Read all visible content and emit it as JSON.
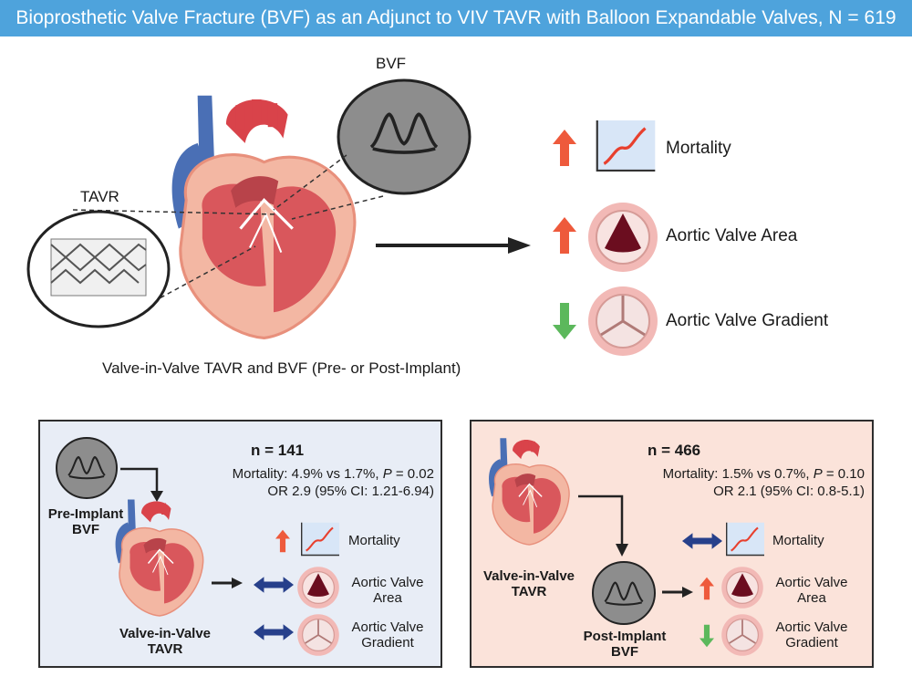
{
  "header": {
    "title": "Bioprosthetic Valve Fracture (BVF) as an Adjunct to VIV TAVR with Balloon Expandable Valves, N = 619"
  },
  "top": {
    "bvf_label": "BVF",
    "tavr_label": "TAVR",
    "caption": "Valve-in-Valve TAVR and BVF (Pre- or Post-Implant)",
    "outcomes": [
      {
        "label": "Mortality",
        "direction": "up"
      },
      {
        "label": "Aortic Valve Area",
        "direction": "up"
      },
      {
        "label": "Aortic Valve Gradient",
        "direction": "down"
      }
    ]
  },
  "pre_panel": {
    "n": "n = 141",
    "stats_line1_prefix": "Mortality: 4.9% vs 1.7%, ",
    "stats_p": "P",
    "stats_line1_suffix": " = 0.02",
    "stats_line2": "OR 2.9 (95% CI: 1.21-6.94)",
    "bvf_caption": "Pre-Implant BVF",
    "viv_caption": "Valve-in-Valve TAVR",
    "outcomes": [
      {
        "label": "Mortality",
        "direction": "up"
      },
      {
        "label": "Aortic Valve Area",
        "direction": "neutral"
      },
      {
        "label": "Aortic Valve Gradient",
        "direction": "neutral"
      }
    ]
  },
  "post_panel": {
    "n": "n = 466",
    "stats_line1_prefix": "Mortality: 1.5% vs 0.7%, ",
    "stats_p": "P",
    "stats_line1_suffix": " = 0.10",
    "stats_line2": "OR 2.1 (95% CI: 0.8-5.1)",
    "viv_caption": "Valve-in-Valve TAVR",
    "bvf_caption": "Post-Implant BVF",
    "outcomes": [
      {
        "label": "Mortality",
        "direction": "neutral"
      },
      {
        "label": "Aortic Valve Area",
        "direction": "up"
      },
      {
        "label": "Aortic Valve Gradient",
        "direction": "down"
      }
    ]
  },
  "colors": {
    "title_bar": "#4ea3dc",
    "arrow_up": "#ee5a3c",
    "arrow_down": "#5cb85c",
    "arrow_neutral": "#27408b",
    "pre_panel_bg": "#e8edf6",
    "post_panel_bg": "#fbe3da"
  }
}
